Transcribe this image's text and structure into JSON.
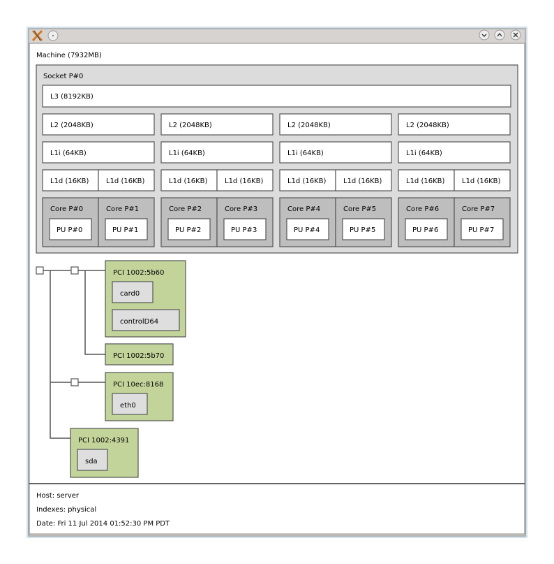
{
  "colors": {
    "socket": "#dcdcdc",
    "cache": "#ffffff",
    "core": "#bebebe",
    "pu": "#ffffff",
    "pci": "#c2d49a",
    "osdev": "#dedede"
  },
  "window": {
    "icons": [
      "app-icon",
      "menu-icon"
    ],
    "controls": [
      "minimize",
      "maximize",
      "close"
    ]
  },
  "machine": {
    "label": "Machine (7932MB)"
  },
  "socket": {
    "label": "Socket P#0",
    "l3": "L3 (8192KB)",
    "groups": [
      {
        "l2": "L2 (2048KB)",
        "l1i": "L1i (64KB)",
        "l1d": [
          "L1d (16KB)",
          "L1d (16KB)"
        ],
        "cores": [
          {
            "label": "Core P#0",
            "pu": "PU P#0"
          },
          {
            "label": "Core P#1",
            "pu": "PU P#1"
          }
        ]
      },
      {
        "l2": "L2 (2048KB)",
        "l1i": "L1i (64KB)",
        "l1d": [
          "L1d (16KB)",
          "L1d (16KB)"
        ],
        "cores": [
          {
            "label": "Core P#2",
            "pu": "PU P#2"
          },
          {
            "label": "Core P#3",
            "pu": "PU P#3"
          }
        ]
      },
      {
        "l2": "L2 (2048KB)",
        "l1i": "L1i (64KB)",
        "l1d": [
          "L1d (16KB)",
          "L1d (16KB)"
        ],
        "cores": [
          {
            "label": "Core P#4",
            "pu": "PU P#4"
          },
          {
            "label": "Core P#5",
            "pu": "PU P#5"
          }
        ]
      },
      {
        "l2": "L2 (2048KB)",
        "l1i": "L1i (64KB)",
        "l1d": [
          "L1d (16KB)",
          "L1d (16KB)"
        ],
        "cores": [
          {
            "label": "Core P#6",
            "pu": "PU P#6"
          },
          {
            "label": "Core P#7",
            "pu": "PU P#7"
          }
        ]
      }
    ]
  },
  "pci": [
    {
      "label": "PCI 1002:5b60",
      "devices": [
        "card0",
        "controlD64"
      ]
    },
    {
      "label": "PCI 1002:5b70",
      "devices": []
    },
    {
      "label": "PCI 10ec:8168",
      "devices": [
        "eth0"
      ]
    },
    {
      "label": "PCI 1002:4391",
      "devices": [
        "sda"
      ]
    }
  ],
  "footer": {
    "host": "Host: server",
    "indexes": "Indexes: physical",
    "date": "Date: Fri 11 Jul 2014 01:52:30 PM PDT"
  }
}
